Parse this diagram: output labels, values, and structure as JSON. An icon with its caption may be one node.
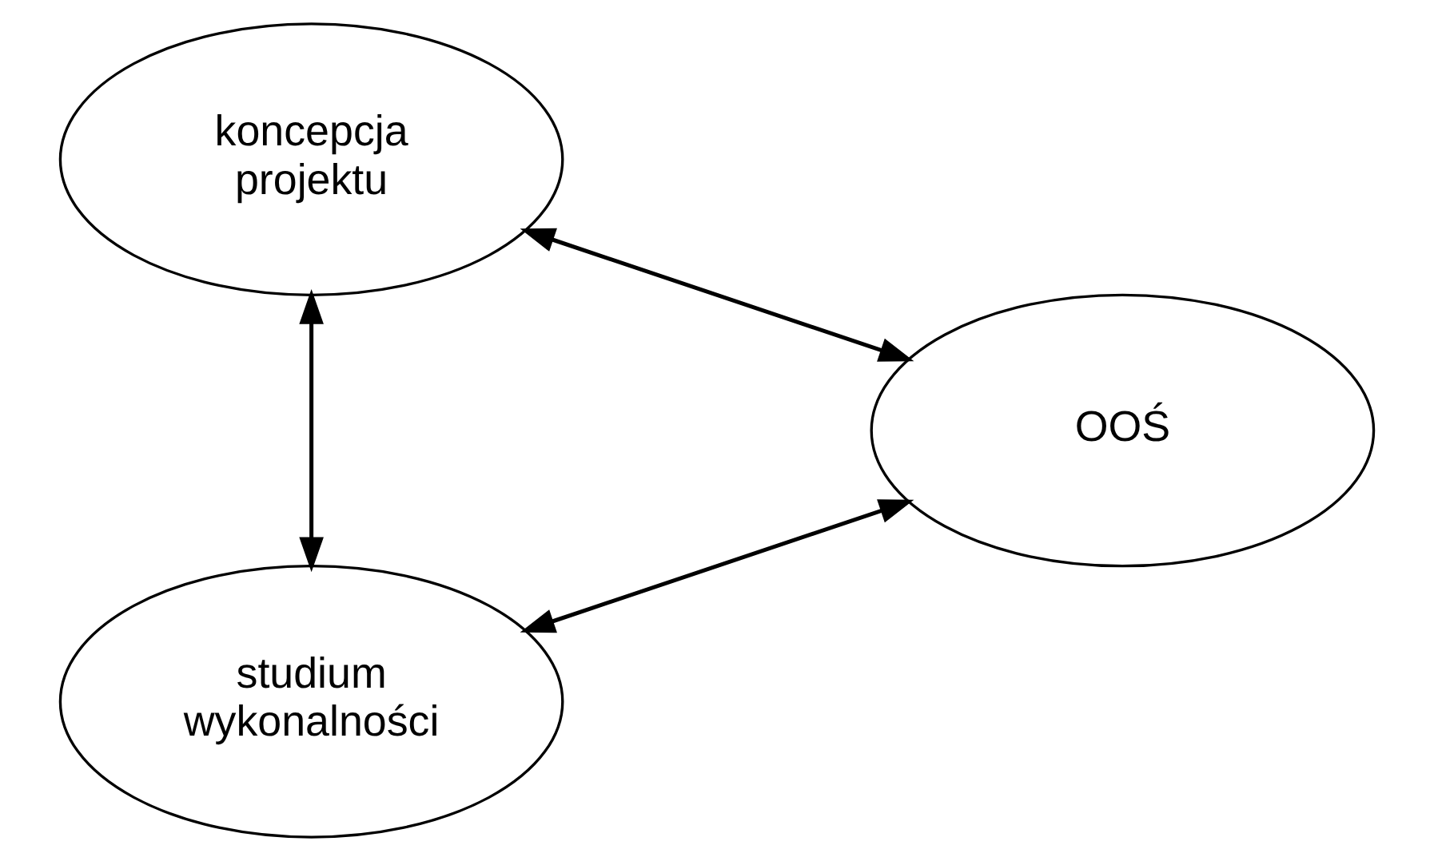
{
  "diagram": {
    "nodes": [
      {
        "text": [
          "koncepcja projektu"
        ]
      },
      {
        "text": [
          "studium wykonalności"
        ]
      },
      {
        "text": [
          "OOŚ"
        ]
      }
    ],
    "edges": [
      {
        "from": 0,
        "to": 2,
        "arrow": "both"
      },
      {
        "from": 0,
        "to": 1,
        "arrow": "both"
      },
      {
        "from": 2,
        "to": 1,
        "arrow": "both"
      }
    ]
  }
}
